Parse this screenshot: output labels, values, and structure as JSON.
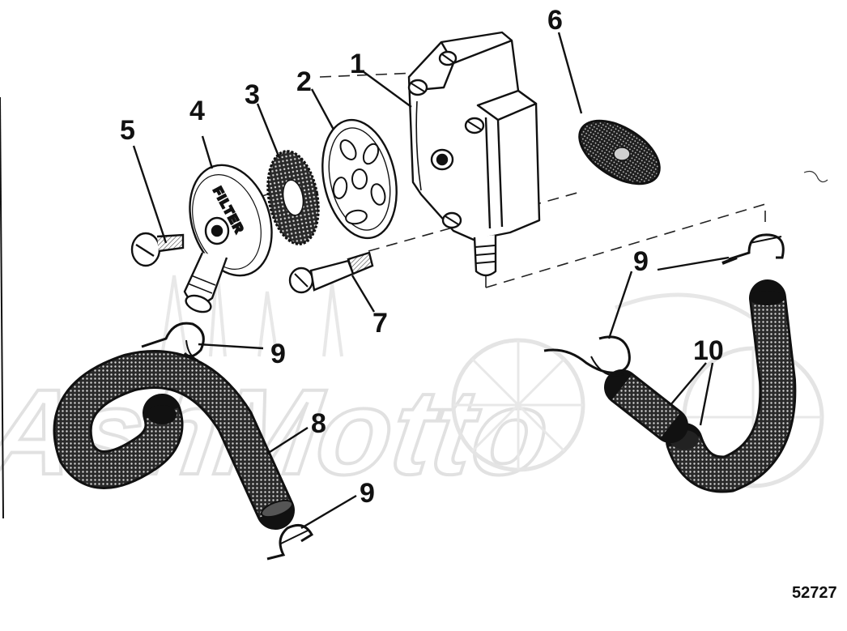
{
  "diagram": {
    "callouts": {
      "c1": "1",
      "c2": "2",
      "c3": "3",
      "c4": "4",
      "c5": "5",
      "c6": "6",
      "c7": "7",
      "c8": "8",
      "c9a": "9",
      "c9b": "9",
      "c9c": "9",
      "c10": "10"
    },
    "part_text": {
      "filter_cover": "FILTER"
    },
    "reference_number": "52727",
    "watermark_text": "AshMotto"
  },
  "colors": {
    "ink": "#111111",
    "background": "#ffffff",
    "watermark": "#dedede"
  }
}
